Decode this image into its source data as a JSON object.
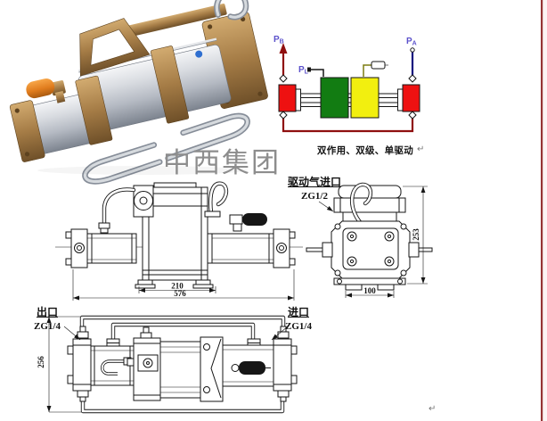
{
  "page": {
    "watermark": "中西集团",
    "return_mark": "↵",
    "edge_color": "#963636"
  },
  "schematic": {
    "caption": "双作用、双级、单驱动",
    "ports": {
      "pb": {
        "main": "P",
        "sub": "B"
      },
      "pl": {
        "main": "P",
        "sub": "L"
      },
      "pa": {
        "main": "P",
        "sub": "A"
      }
    },
    "colors": {
      "gas_barrel": "#ee1111",
      "drive_low": "#127c12",
      "drive_high": "#f2ef0f",
      "pipe_dark_red": "#8f0f0f",
      "pipe_navy": "#10107e",
      "pipe_olive": "#7d7d12",
      "label_purple": "#5b51cb"
    }
  },
  "front_view": {
    "dim_inner": "210",
    "dim_outer": "576"
  },
  "side_view": {
    "label_line1": "驱动气进口",
    "label_line2": "ZG1/2",
    "dim_height": "253",
    "dim_width": "100"
  },
  "top_view": {
    "outlet_line1": "出口",
    "outlet_line2": "ZG1/4",
    "inlet_line1": "进口",
    "inlet_line2": "ZG1/4",
    "dim_height": "256"
  }
}
